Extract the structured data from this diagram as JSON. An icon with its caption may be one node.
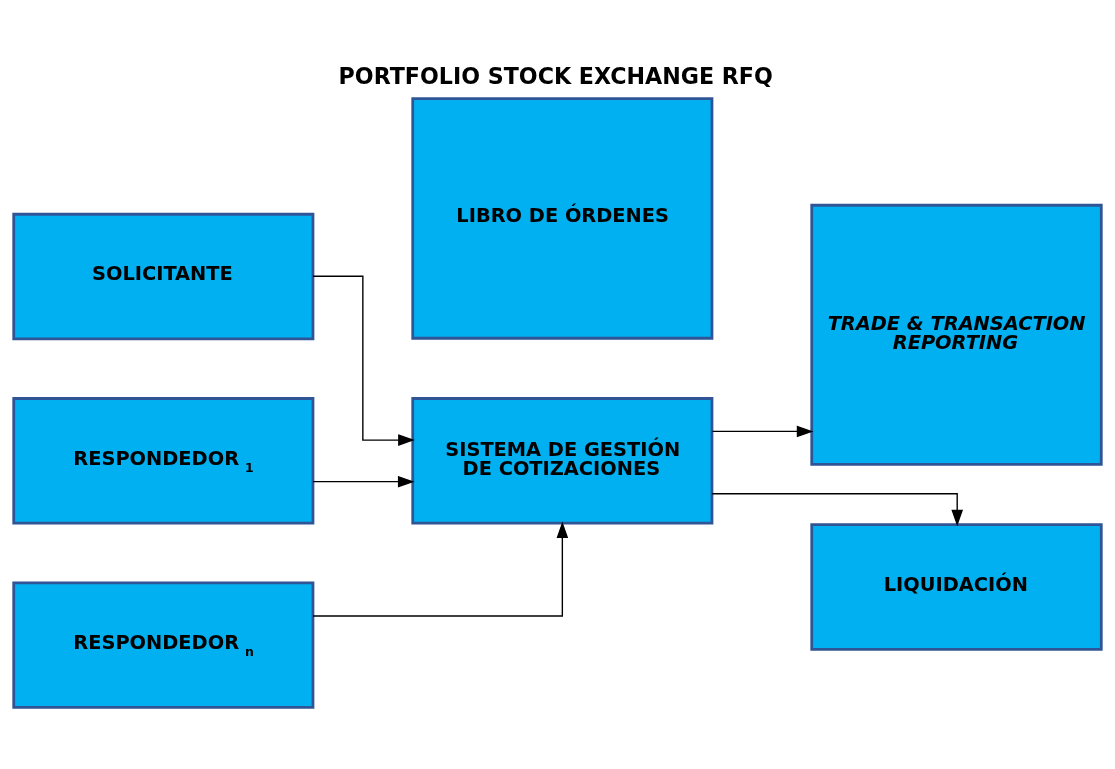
{
  "diagram": {
    "title": "PORTFOLIO STOCK EXCHANGE RFQ",
    "nodes": [
      {
        "text": [
          "SOLICITANTE"
        ]
      },
      {
        "text": [
          "RESPONDEDOR $_{1}$"
        ]
      },
      {
        "text": [
          "RESPONDEDOR $_{n}$"
        ]
      },
      {
        "text": [
          "LIBRO DE ÓRDENES"
        ]
      },
      {
        "text": [
          "SISTEMA DE GESTIÓN DE COTIZACIONES"
        ]
      },
      {
        "text": [
          "TRADE & TRANSACTION REPORTING"
        ]
      },
      {
        "text": [
          "LIQUIDACIÓN"
        ]
      }
    ],
    "edges": [
      {
        "from": 0,
        "to": 4,
        "arrow": "to"
      },
      {
        "from": 1,
        "to": 4,
        "arrow": "to"
      },
      {
        "from": 2,
        "to": 4,
        "arrow": "to"
      },
      {
        "from": 4,
        "to": 5,
        "arrow": "to"
      },
      {
        "from": 4,
        "to": 6,
        "arrow": "to"
      }
    ]
  }
}
